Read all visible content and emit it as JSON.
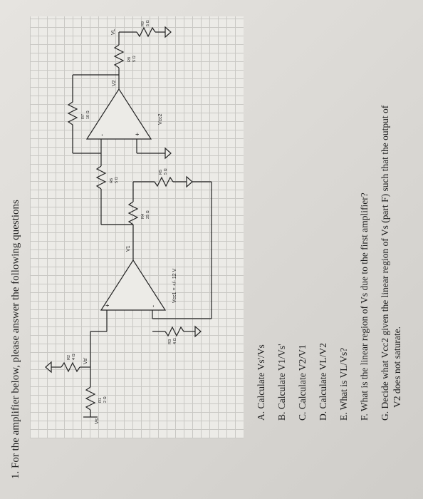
{
  "problem": {
    "title": "1. For the amplifier below, please answer the following questions"
  },
  "circuit": {
    "labels": {
      "vs": "Vs",
      "vs_prime": "Vs'",
      "v1": "V1",
      "v2": "V2",
      "vl": "VL",
      "vcc1": "Vcc1 = +/- 12 V",
      "vcc2": "Vcc2",
      "plus": "+",
      "minus": "-"
    },
    "resistors": {
      "r1": {
        "name": "R1",
        "value": "2 Ω"
      },
      "r2": {
        "name": "R2",
        "value": "4 Ω"
      },
      "r3": {
        "name": "R3",
        "value": "4 Ω"
      },
      "r4": {
        "name": "R4",
        "value": "25 Ω"
      },
      "r5": {
        "name": "R5",
        "value": "5 Ω"
      },
      "r6": {
        "name": "R6",
        "value": "5 Ω"
      },
      "r7": {
        "name": "R7",
        "value": "10 Ω"
      },
      "r8": {
        "name": "R8",
        "value": "5 Ω"
      },
      "r9": {
        "name": "R9",
        "value": "5 Ω"
      }
    }
  },
  "questions": [
    "A. Calculate Vs'/Vs",
    "B. Calculate V1/Vs'",
    "C. Calculate V2/V1",
    "D. Calculate VL/V2",
    "E. What is VL/Vs?",
    "F. What is the linear region of Vs due to the first amplifier?",
    "G. Decide what Vcc2 given the linear region of Vs (part F) such that the output of",
    "V2 does not saturate."
  ]
}
